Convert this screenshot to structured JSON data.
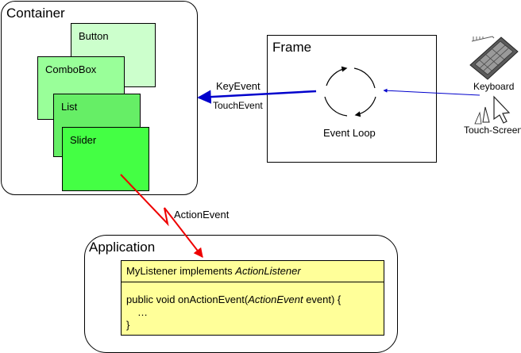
{
  "colors": {
    "button_fill": "#ccffcc",
    "combobox_fill": "#99ff99",
    "list_fill": "#66ee66",
    "slider_fill": "#44ff44",
    "listener_fill": "#ffff99",
    "event_arrow": "#0000cc",
    "action_arrow": "#ee0000"
  },
  "container": {
    "title": "Container",
    "widgets": {
      "button": "Button",
      "combobox": "ComboBox",
      "list": "List",
      "slider": "Slider"
    }
  },
  "frame": {
    "title": "Frame",
    "loop_label": "Event Loop"
  },
  "events": {
    "key": "KeyEvent",
    "touch": "TouchEvent",
    "action": "ActionEvent"
  },
  "devices": {
    "keyboard": {
      "label": "Keyboard",
      "icon": "keyboard-icon"
    },
    "touch_screen": {
      "label": "Touch-Screen",
      "icon": "cursor-icon"
    }
  },
  "application": {
    "title": "Application",
    "listener": {
      "header_prefix": "MyListener implements ",
      "header_interface": "ActionListener",
      "code_prefix": "public void onActionEvent(",
      "code_type": "ActionEvent",
      "code_suffix": " event) {",
      "code_body": "…",
      "code_close": "}"
    }
  }
}
